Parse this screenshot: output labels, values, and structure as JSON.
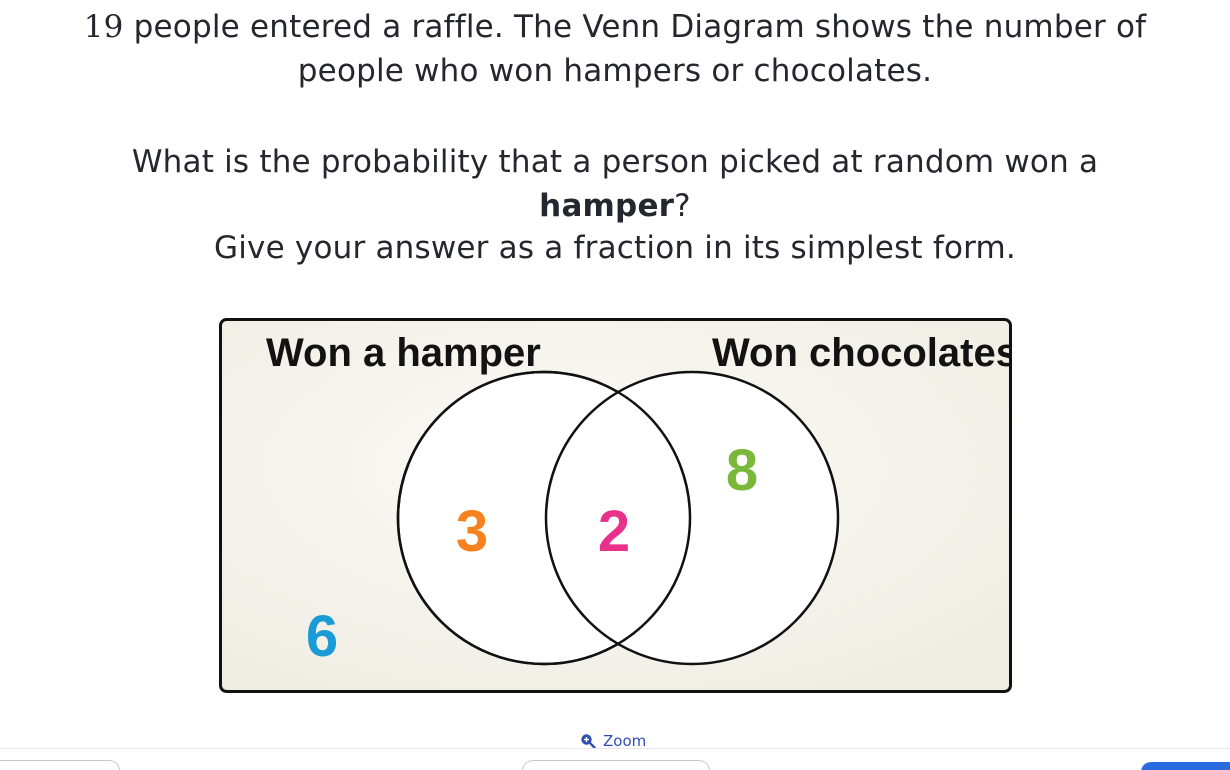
{
  "question": {
    "line1_number": "19",
    "line1_rest": " people entered a raffle. The Venn Diagram shows the number of",
    "line1b": "people who won hampers or chocolates.",
    "line2_a": "What is the probability that a person picked at random won a",
    "line2_bold": "hamper",
    "line2_end": "?",
    "line3": "Give your answer as a fraction in its simplest form."
  },
  "venn": {
    "left_label": "Won a hamper",
    "right_label": "Won chocolates",
    "only_hamper": "3",
    "both": "2",
    "only_chocolates": "8",
    "neither": "6",
    "colors": {
      "only_hamper": "#f5821f",
      "both": "#e8318a",
      "only_chocolates": "#7ab83a",
      "neither": "#1a9ad6",
      "background": "#f3f0e6",
      "border": "#111111"
    }
  },
  "zoom": {
    "label": "Zoom",
    "icon": "zoom-in-icon"
  }
}
